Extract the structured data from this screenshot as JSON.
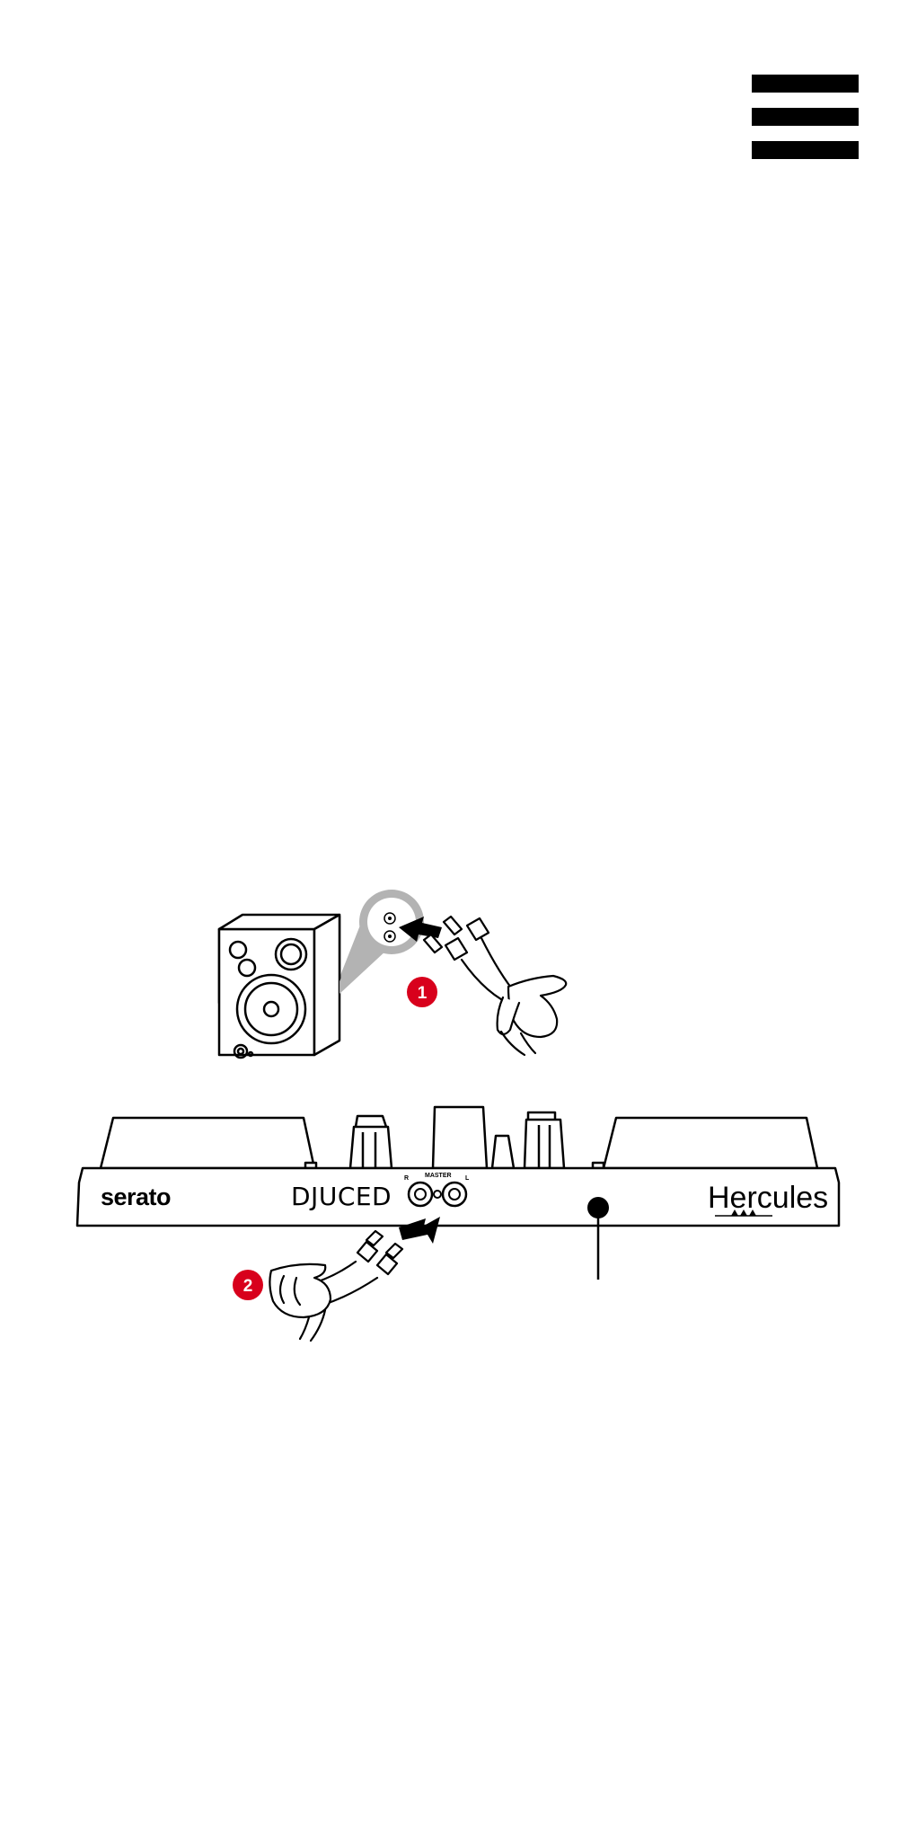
{
  "menu": {
    "icon": "hamburger-menu-icon"
  },
  "illustration": {
    "controller": {
      "brand_left": "serato",
      "brand_center": "DJUCED",
      "brand_right": "Hercules",
      "port_label": "MASTER",
      "port_left": "R",
      "port_right": "L"
    },
    "steps": [
      {
        "number": "1"
      },
      {
        "number": "2"
      }
    ],
    "colors": {
      "step_badge": "#d8001c",
      "line": "#000000",
      "zoom_callout": "#b3b3b3"
    }
  }
}
